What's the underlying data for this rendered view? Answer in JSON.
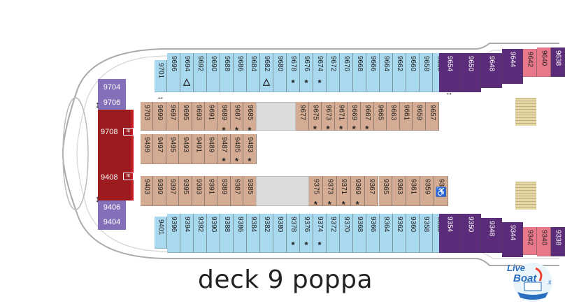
{
  "title": "deck 9 poppa",
  "logo": {
    "text_line1": "Live",
    "text_line2": "Boat",
    "text_suffix": ".it",
    "icon": "ship-logo-icon"
  },
  "colors": {
    "balcony_cabin": "#a8d9ee",
    "interior_cabin": "#d4ab93",
    "suite": "#5b2c79",
    "junior_suite": "#e9798a",
    "aft_suite": "#9b1b1f",
    "aft_side_cabin": "#8470b8"
  },
  "cabins": {
    "upper_outer": [
      "9701",
      "9696",
      "9694",
      "9692",
      "9690",
      "9688",
      "9686",
      "9684",
      "9682",
      "9680",
      "9678",
      "9676",
      "9674",
      "9672",
      "9670",
      "9668",
      "9666",
      "9664",
      "9662",
      "9660",
      "9658",
      "9656",
      "9654",
      "9650",
      "9648",
      "9644",
      "9642",
      "9640",
      "9638"
    ],
    "upper_inner_left": [
      "9703",
      "9699",
      "9697",
      "9695",
      "9693",
      "9691",
      "9689",
      "9687",
      "9685"
    ],
    "upper_inner_right": [
      "9677",
      "9675",
      "9673",
      "9671",
      "9669",
      "9667",
      "9665",
      "9663",
      "9661",
      "9659",
      "9657"
    ],
    "mid_row_upper": [
      "9499",
      "9497",
      "9495",
      "9493",
      "9491",
      "9489",
      "9487",
      "9485",
      "9483"
    ],
    "mid_row_lower_left": [
      "9403",
      "9399",
      "9397",
      "9395",
      "9393",
      "9391",
      "9389",
      "9387",
      "9385"
    ],
    "mid_row_lower_right": [
      "9375",
      "9373",
      "9371",
      "9369",
      "9367",
      "9365",
      "9363",
      "9361",
      "9359",
      "9357"
    ],
    "lower_outer": [
      "9401",
      "9396",
      "9394",
      "9392",
      "9390",
      "9388",
      "9386",
      "9384",
      "9382",
      "9380",
      "9378",
      "9376",
      "9374",
      "9372",
      "9370",
      "9368",
      "9366",
      "9364",
      "9362",
      "9360",
      "9358",
      "9356",
      "9354",
      "9350",
      "9348",
      "9344",
      "9342",
      "9340",
      "9338"
    ],
    "aft_left": [
      "9704",
      "9706",
      "9708",
      "9408",
      "9406",
      "9404"
    ]
  }
}
